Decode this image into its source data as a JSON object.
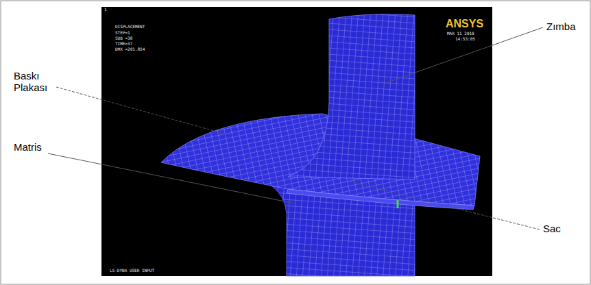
{
  "diagram": {
    "labels": [
      "1",
      "DISPLACEMENT",
      "STEP=1",
      "SUB =38",
      "TIME=37",
      "DMX =201.854",
      "ANSYS",
      "MAR 11 2010",
      "14:53:05",
      "LS-DYNA USER INPUT",
      "Zımba",
      "Baskı Plakası",
      "Matris",
      "Sac"
    ]
  }
}
